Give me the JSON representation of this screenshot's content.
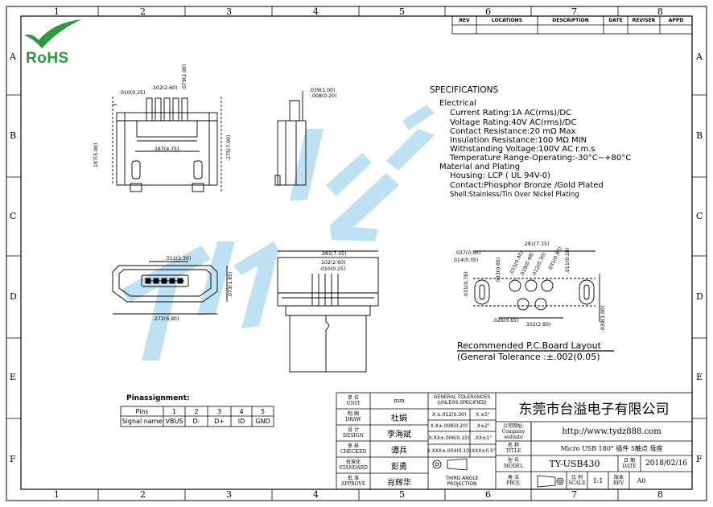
{
  "border": {
    "cols": [
      "1",
      "2",
      "3",
      "4",
      "5",
      "6",
      "7",
      "8"
    ],
    "rows": [
      "A",
      "B",
      "C",
      "D",
      "E",
      "F"
    ]
  },
  "revision": {
    "headers": [
      "REV",
      "LOCATIONS",
      "DESCRIPTION",
      "DATE",
      "REVISER",
      "APPD"
    ]
  },
  "logo": {
    "text": "RoHS",
    "colors": {
      "green": "#2a9a3a",
      "check": "#2a9a3a"
    }
  },
  "watermark": {
    "text": "TYDZ",
    "color": "#7ec3e6"
  },
  "specifications": {
    "title": "SPECIFICATIONS",
    "electrical": "Electrical",
    "current": "Current Rating:1A AC(rms)/DC",
    "voltage": "Voltage Rating:40V AC(rms)/DC",
    "contact_res": "Contact Resistance:20 mΩ Max",
    "insulation": "Insulation Resistance:100 MΩ MIN",
    "withstanding": "Withstanding Voltage:100V AC r.m.s",
    "temperature": "Temperature Range-Operating:-30°C∼+80°C",
    "material": "Material and Plating",
    "housing": "Housing: LCP ( UL 94V-0)",
    "contact": "Contact:Phosphor Bronze  /Gold Plated",
    "shell": "Shell:Stainless/Tin Over Nickel Plating"
  },
  "dims": {
    "top_a": ".010(0.25)",
    "top_b": ".102(2.60)",
    "top_c": ".079(2.00)",
    "left_h": ".197(5.00)",
    "mid_w": ".187(4.75)",
    "right_h": ".275(7.00)",
    "side_a": ".039(1.00)",
    "side_b": ".008(0.20)",
    "front_w": ".512(1.30)",
    "front_h": ".073(1.85)",
    "front_total": ".272(6.90)",
    "bottom_w": ".281(7.15)",
    "bottom_b": ".102(2.60)",
    "bottom_c": ".010(0.25)",
    "pcb_w": ".281(7.15)",
    "pcb_a": ".037(0.95)",
    "pcb_b": ".014(0.35)",
    "pcb_c": ".031(0.78)",
    "pcb_d": ".026(0.65)",
    "pcb_e": ".102(2.60)",
    "pcb_f": ".039(1.00)",
    "pcb_g": ".011(0.28)",
    "pcb_h": ".015(0.40)",
    "pcb_i": ".019(0.48)",
    "pcb_j": ".012(0.30)",
    "pcb_k": ".031(0.80)",
    "pcb_l": ".033(0.85)"
  },
  "pcb_layout": {
    "title": "Recommended P.C.Board Layout",
    "tolerance": "(General Tolerance :±.002(0.05)"
  },
  "pin_assignment": {
    "title": "Pinassignment:",
    "row1": [
      "Pins",
      "1",
      "2",
      "3",
      "4",
      "5"
    ],
    "row2": [
      "Signal name",
      "VBUS",
      "D-",
      "D+",
      "ID",
      "GND"
    ]
  },
  "title_block": {
    "unit_label": "单   位\nUNIT",
    "unit_value": "mm",
    "draw_label": "制   图\nDRAW",
    "draw_value": "杜娟",
    "design_label": "设   计\nDESIGN",
    "design_value": "李海斌",
    "checked_label": "审   核\nCHECKED",
    "checked_value": "谭兵",
    "standard_label": "校准化\nSTANDARD",
    "standard_value": "彭勇",
    "approve_label": "批   准\nAPPROVE",
    "approve_value": "肖辉华",
    "tol_title": "GENERAL TOLERANCES\n(UNLESS SPECIFIED)",
    "tol_1a": "X.±.012(0.30)",
    "tol_1b": "X.±5°",
    "tol_2a": "X.X±.008(0.20)",
    "tol_2b": ".X±2°",
    "tol_3a": "X.XX±.006(0.15)",
    "tol_3b": ".XX±1°",
    "tol_4a": "X.XXX±.004(0.10)",
    "tol_4b": ".XXX±0.5°",
    "projection": "THIRD ANGLE\nPROJECTION",
    "company": "东莞市台溢电子有限公司",
    "website_label": "公司网址:\nCompany website",
    "website": "http://www.tydz888.com",
    "title_label": "名   称\nTITLE",
    "title_value": "Micro USB 180° 插件 5触点 母座",
    "model_label": "型   号\nMODEL",
    "model_value": "TY-USB430",
    "date_label": "日   期\nDATE",
    "date_value": "2018/02/16",
    "proj_label": "角   法\nPROJ.",
    "scale_label": "比  例\nSCALE",
    "scale_value": "1:1",
    "rev_label": "版本\nREV.",
    "rev_value": "A0"
  }
}
